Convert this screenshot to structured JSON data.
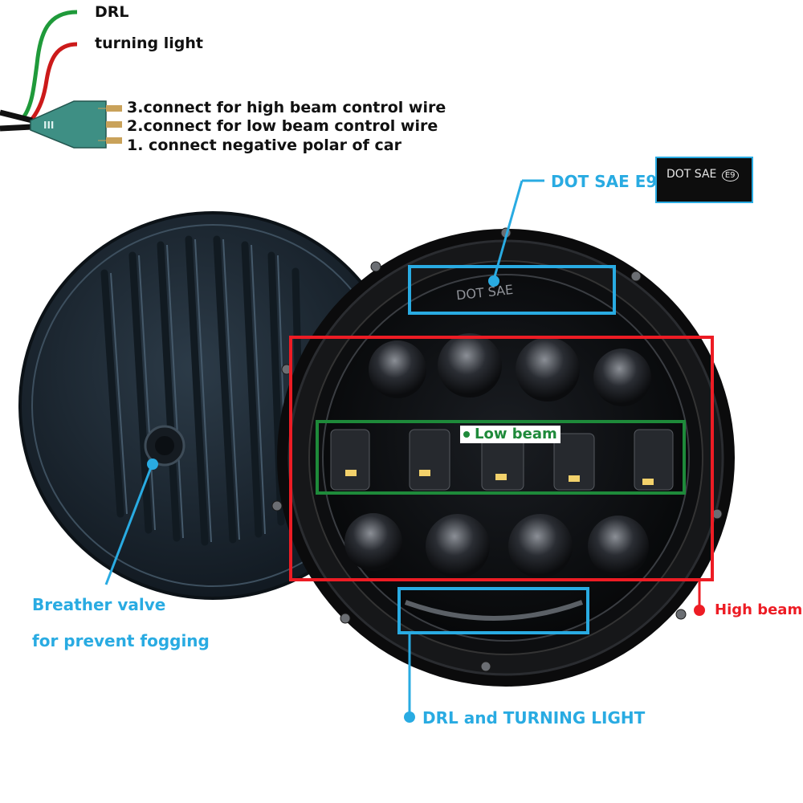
{
  "wiring": {
    "drl_label": "DRL",
    "turning_label": "turning light",
    "connector_text": "III",
    "pins": [
      "3.connect for high beam control wire",
      "2.connect for low beam control wire",
      "1. connect negative polar of car"
    ]
  },
  "callouts": {
    "dot_sae": "DOT SAE E9",
    "badge_text": "DOT SAE",
    "badge_mark": "E9",
    "lens_print": "DOT SAE",
    "low_beam": "Low beam",
    "high_beam": "High beam",
    "drl_turning": "DRL and TURNING LIGHT",
    "breather_line1": "Breather valve",
    "breather_line2": "for prevent fogging"
  },
  "colors": {
    "blue": "#29abe2",
    "red": "#ed1c24",
    "green": "#1e8a3a",
    "drl_wire": "#1f9a3a",
    "turn_wire": "#cc1a1a",
    "connector": "#3e8f84",
    "pins": "#c9a25a"
  }
}
